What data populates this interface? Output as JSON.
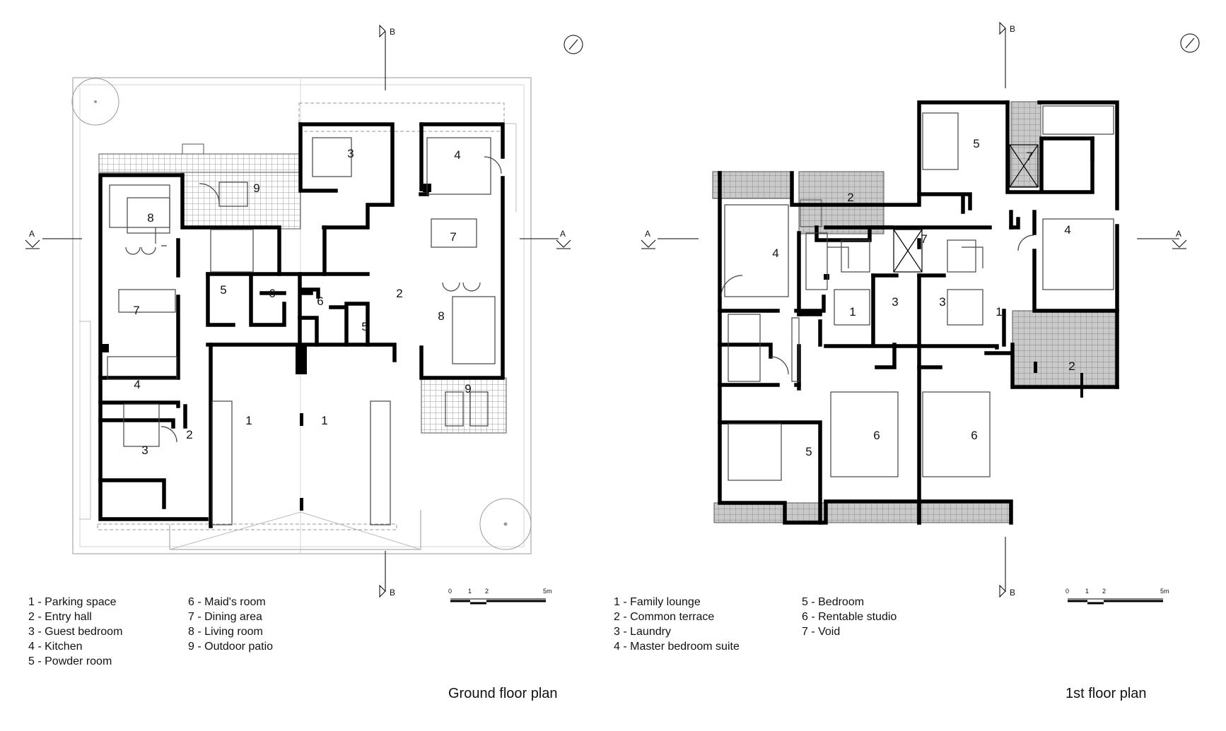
{
  "ground": {
    "title": "Ground floor plan",
    "legend_col1": [
      "1 - Parking space",
      "2 - Entry hall",
      "3 - Guest bedroom",
      "4 - Kitchen",
      "5 - Powder room"
    ],
    "legend_col2": [
      "6 - Maid's room",
      "7 - Dining area",
      "8 - Living room",
      "9 - Outdoor patio"
    ],
    "rooms": [
      "9",
      "8",
      "3",
      "4",
      "7",
      "5",
      "6",
      "6",
      "2",
      "5",
      "8",
      "7",
      "4",
      "1",
      "1",
      "9",
      "3",
      "2"
    ]
  },
  "first": {
    "title": "1st floor plan",
    "legend_col1": [
      "1 - Family lounge",
      "2 - Common terrace",
      "3 - Laundry",
      "4 - Master bedroom suite"
    ],
    "legend_col2": [
      "5 - Bedroom",
      "6 - Rentable studio",
      "7 - Void"
    ],
    "rooms": [
      "5",
      "7",
      "2",
      "7",
      "4",
      "4",
      "1",
      "3",
      "3",
      "1",
      "2",
      "5",
      "6",
      "6"
    ]
  },
  "section_marks": {
    "a": "A",
    "b": "B"
  },
  "scale_bar": {
    "labels": [
      "0",
      "1",
      "2",
      "5m"
    ]
  }
}
